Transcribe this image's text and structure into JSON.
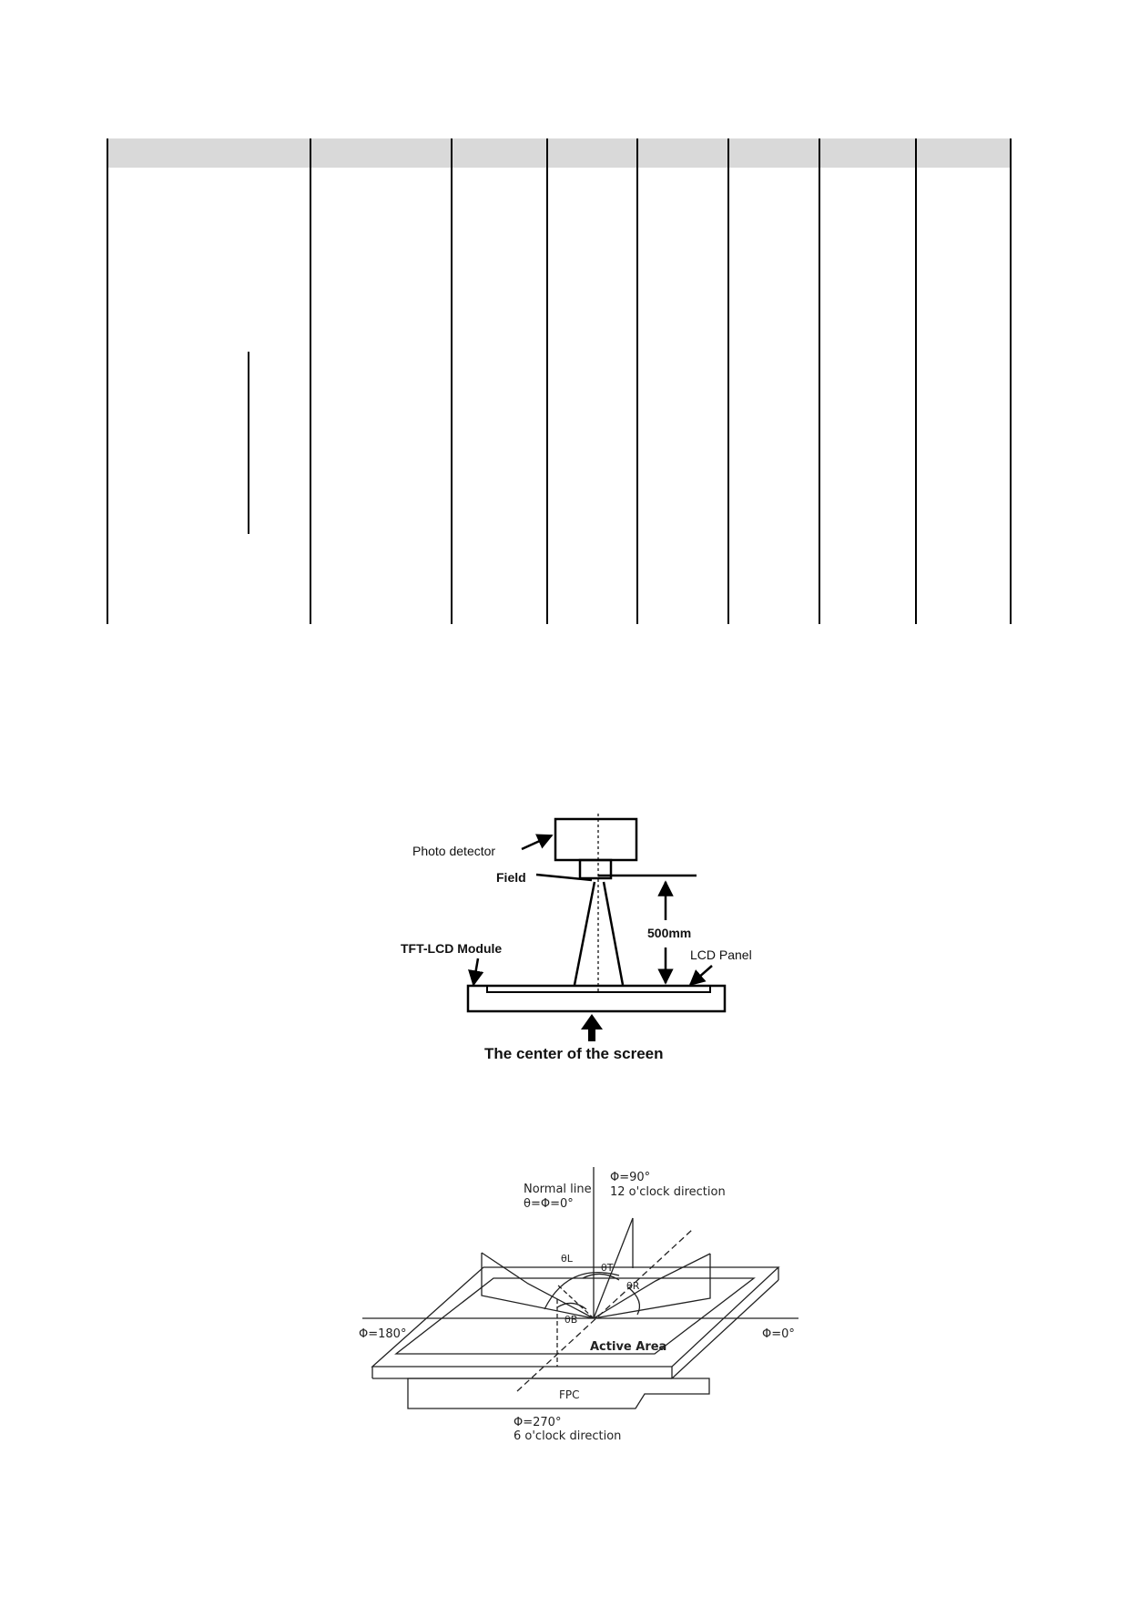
{
  "table": {
    "column_headers": [
      "",
      "",
      "",
      "",
      "",
      "",
      "",
      ""
    ]
  },
  "figure1": {
    "photo_detector": "Photo detector",
    "field": "Field",
    "tft_module": "TFT-LCD Module",
    "distance": "500mm",
    "lcd_panel": "LCD Panel",
    "center_caption": "The center of the screen"
  },
  "figure2": {
    "normal_line": "Normal line",
    "normal_eq": "θ=Φ=0°",
    "phi_90": "Φ=90°",
    "twelve_oclock": "12 o'clock direction",
    "phi_180": "Φ=180°",
    "phi_0": "Φ=0°",
    "active_area": "Active Area",
    "fpc": "FPC",
    "phi_270": "Φ=270°",
    "six_oclock": "6 o'clock direction",
    "theta_l": "θL",
    "theta_t": "θT",
    "theta_r": "θR",
    "theta_b": "θB"
  }
}
